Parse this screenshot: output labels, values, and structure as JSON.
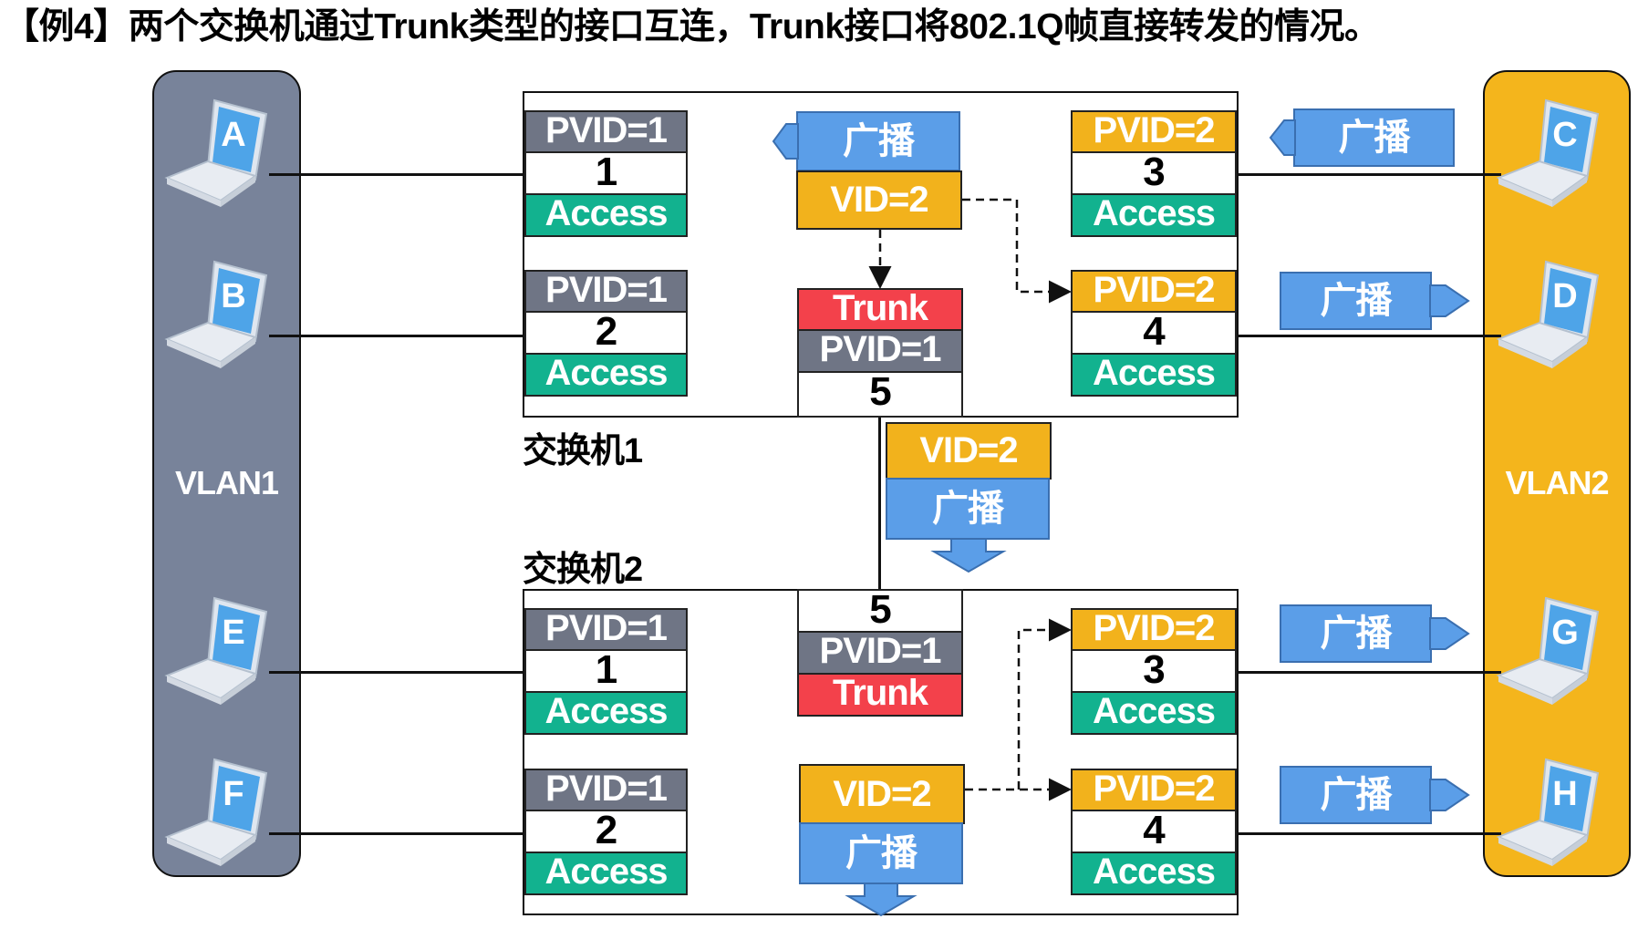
{
  "title": "【例4】两个交换机通过Trunk类型的接口互连，Trunk接口将802.1Q帧直接转发的情况。",
  "colors": {
    "vlan1": "#78839a",
    "vlan2": "#f4b51c",
    "pvid1": "#6f7585",
    "pvid2": "#f2b21c",
    "access": "#12b28f",
    "trunk": "#f3414b",
    "broadcast": "#5b9ee8"
  },
  "vlans": [
    {
      "label": "VLAN1",
      "hosts": [
        "A",
        "B",
        "E",
        "F"
      ]
    },
    {
      "label": "VLAN2",
      "hosts": [
        "C",
        "D",
        "G",
        "H"
      ]
    }
  ],
  "switches": [
    {
      "label": "交换机1",
      "ports": [
        {
          "number": "1",
          "pvid": "PVID=1",
          "type": "Access",
          "host": "A"
        },
        {
          "number": "2",
          "pvid": "PVID=1",
          "type": "Access",
          "host": "B"
        },
        {
          "number": "3",
          "pvid": "PVID=2",
          "type": "Access",
          "host": "C"
        },
        {
          "number": "4",
          "pvid": "PVID=2",
          "type": "Access",
          "host": "D"
        },
        {
          "number": "5",
          "pvid": "PVID=1",
          "type": "Trunk"
        }
      ],
      "frame": {
        "tag": "VID=2",
        "payload": "广播"
      }
    },
    {
      "label": "交换机2",
      "ports": [
        {
          "number": "1",
          "pvid": "PVID=1",
          "type": "Access",
          "host": "E"
        },
        {
          "number": "2",
          "pvid": "PVID=1",
          "type": "Access",
          "host": "F"
        },
        {
          "number": "3",
          "pvid": "PVID=2",
          "type": "Access",
          "host": "G"
        },
        {
          "number": "4",
          "pvid": "PVID=2",
          "type": "Access",
          "host": "H"
        },
        {
          "number": "5",
          "pvid": "PVID=1",
          "type": "Trunk"
        }
      ],
      "frame": {
        "tag": "VID=2",
        "payload": "广播"
      }
    }
  ],
  "trunk_frame": {
    "tag": "VID=2",
    "payload": "广播"
  },
  "broadcast_arrows": [
    {
      "label": "广播",
      "from": "C",
      "direction": "left"
    },
    {
      "label": "广播",
      "to": "D",
      "direction": "right"
    },
    {
      "label": "广播",
      "to": "G",
      "direction": "right"
    },
    {
      "label": "广播",
      "to": "H",
      "direction": "right"
    }
  ]
}
